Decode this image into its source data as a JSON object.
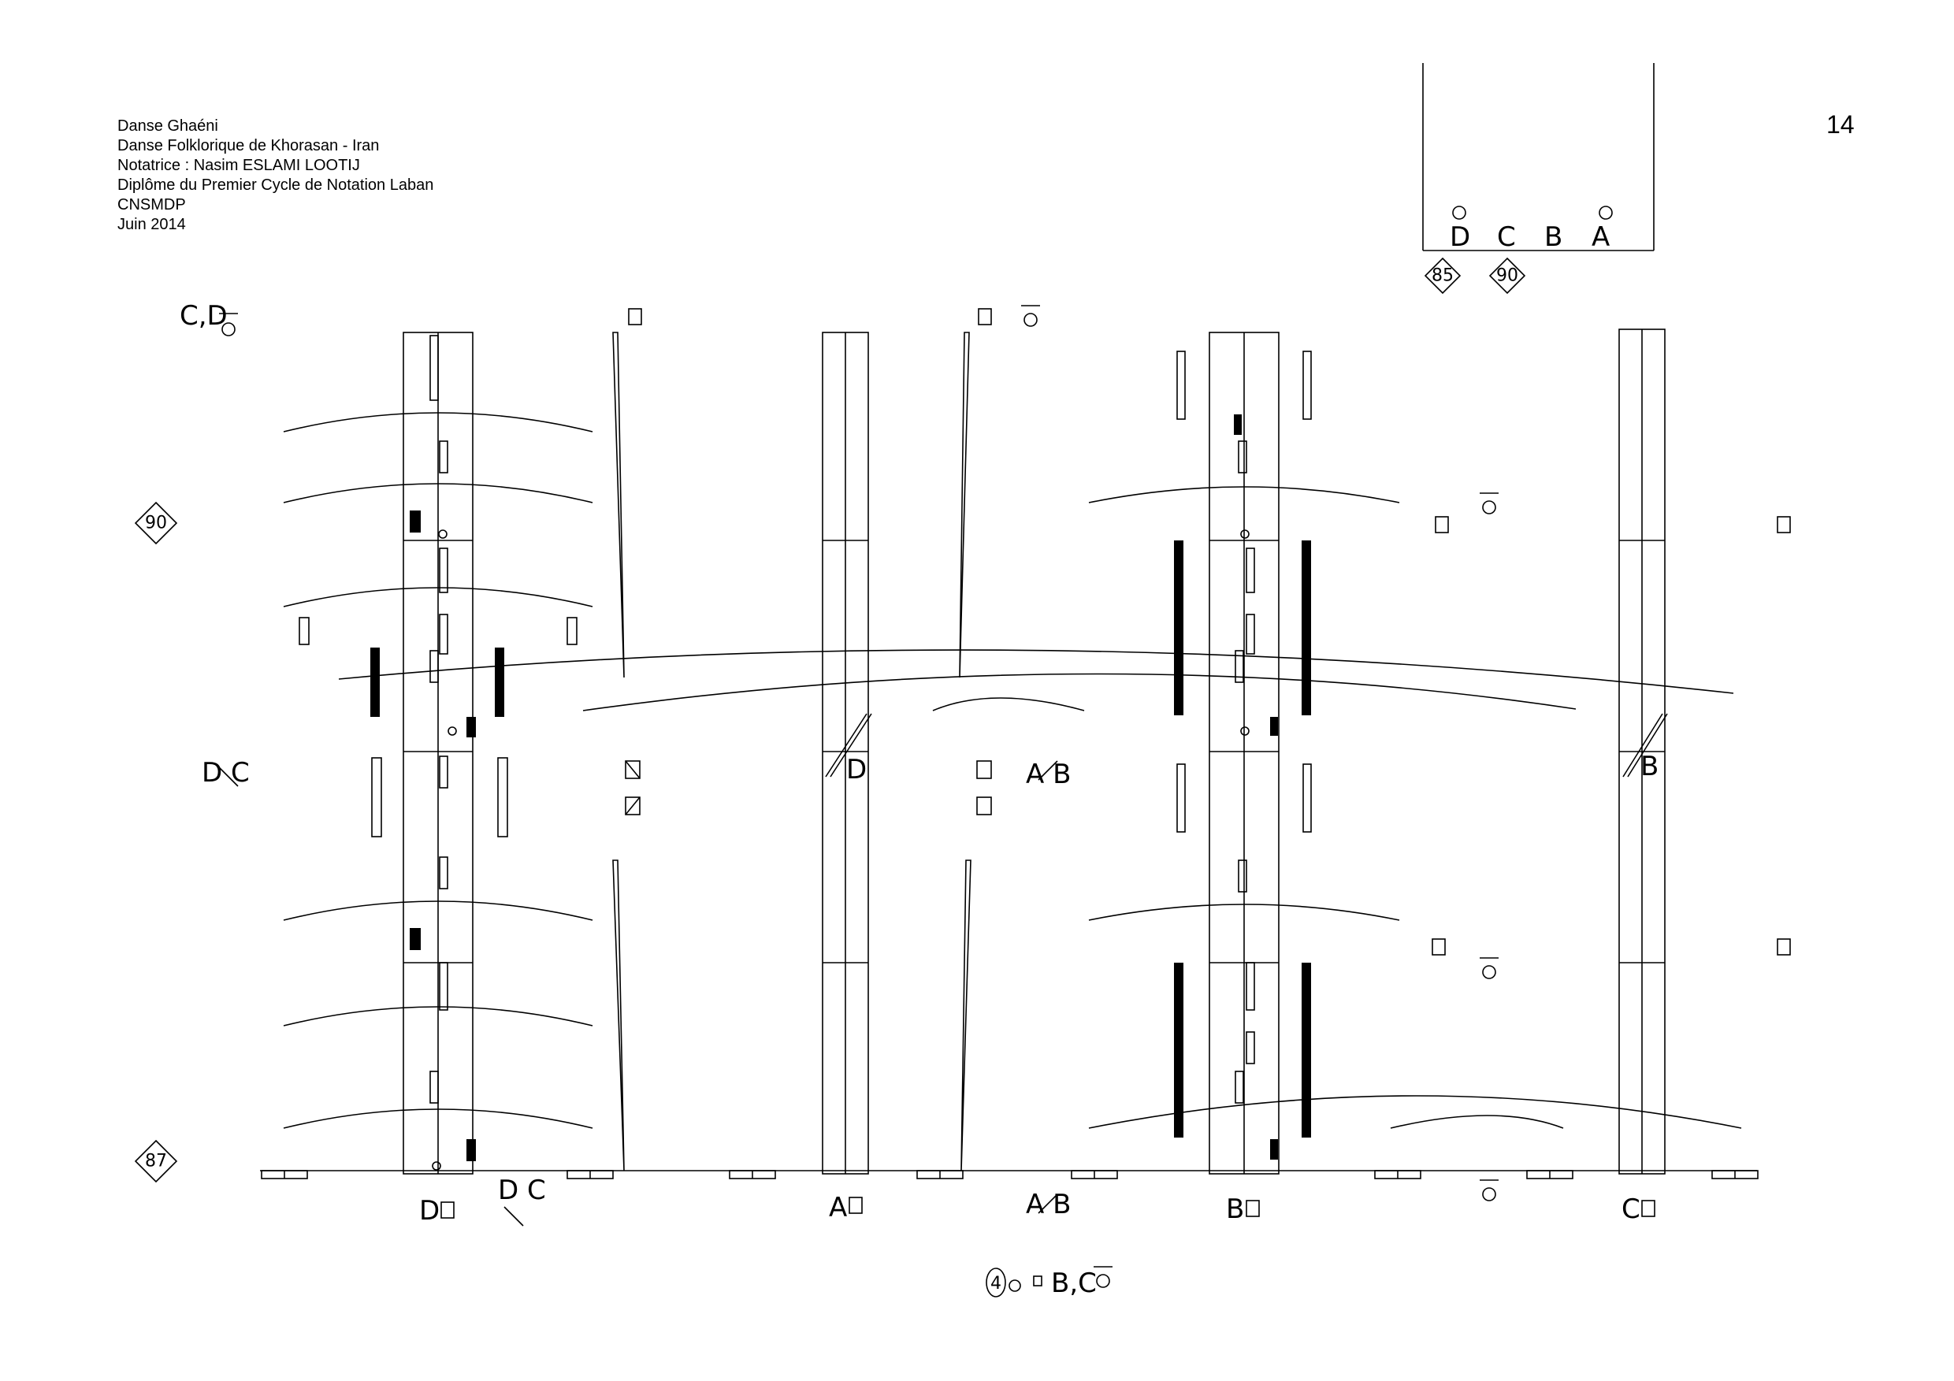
{
  "header": {
    "line1": "Danse Ghaéni",
    "line2": "Danse Folklorique de Khorasan - Iran",
    "line3": "Notatrice : Nasim ESLAMI LOOTIJ",
    "line4": "Diplôme du Premier Cycle de Notation Laban",
    "line5": "CNSMDP",
    "line6": "Juin 2014"
  },
  "page_number": "14",
  "top_box": {
    "dancers": [
      "D",
      "C",
      "B",
      "A"
    ],
    "measures": [
      "85",
      "90"
    ]
  },
  "score": {
    "top_left_label": "C,D",
    "measure_markers": [
      "90",
      "87"
    ],
    "side_label_dc": "D C",
    "staff_labels": [
      "D",
      "A",
      "B",
      "C"
    ],
    "mid_labels": [
      "D",
      "A",
      "B",
      "B"
    ],
    "between_labels": [
      "D C",
      "A B"
    ],
    "footer": {
      "count": "4",
      "text": "B,C"
    }
  },
  "colors": {
    "ink": "#000000",
    "paper": "#ffffff"
  }
}
